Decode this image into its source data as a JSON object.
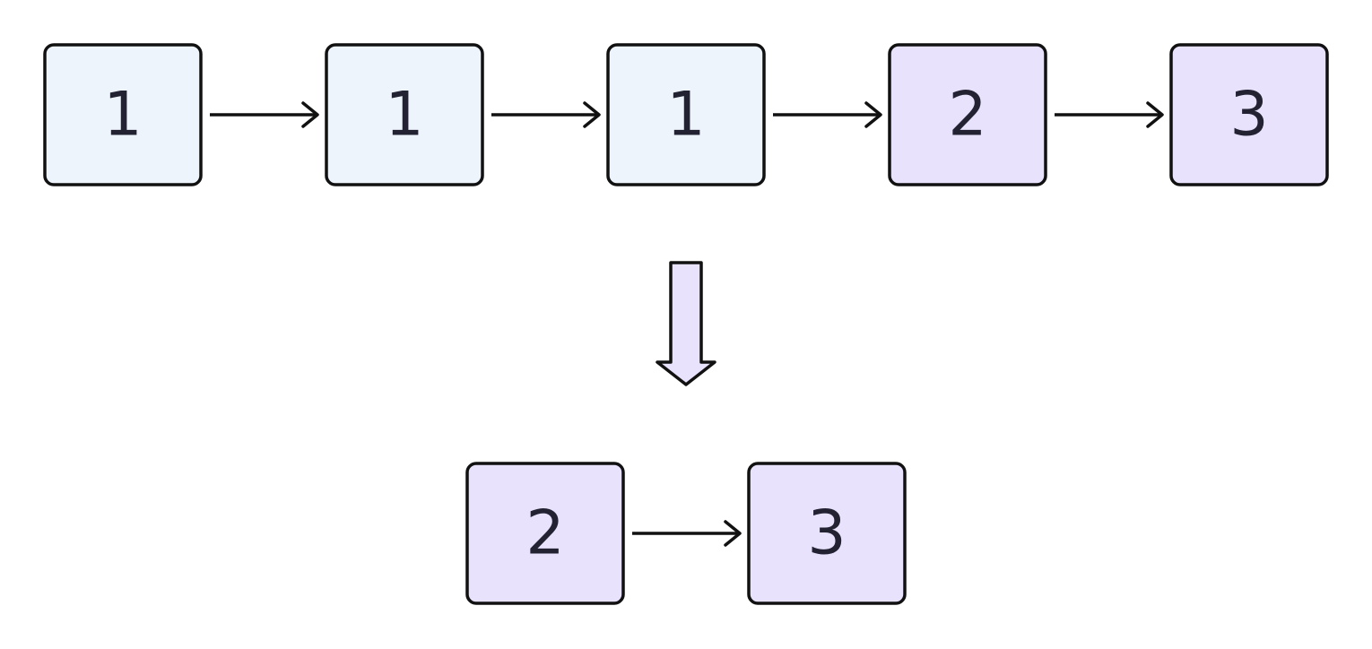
{
  "colors": {
    "blue_node_fill": "#EEF4FC",
    "purple_node_fill": "#E9E2FD",
    "stroke": "#111111",
    "text": "#222233"
  },
  "top_list": {
    "nodes": [
      {
        "value": "1",
        "color": "blue"
      },
      {
        "value": "1",
        "color": "blue"
      },
      {
        "value": "1",
        "color": "blue"
      },
      {
        "value": "2",
        "color": "purple"
      },
      {
        "value": "3",
        "color": "purple"
      }
    ]
  },
  "bottom_list": {
    "nodes": [
      {
        "value": "2",
        "color": "purple"
      },
      {
        "value": "3",
        "color": "purple"
      }
    ]
  }
}
